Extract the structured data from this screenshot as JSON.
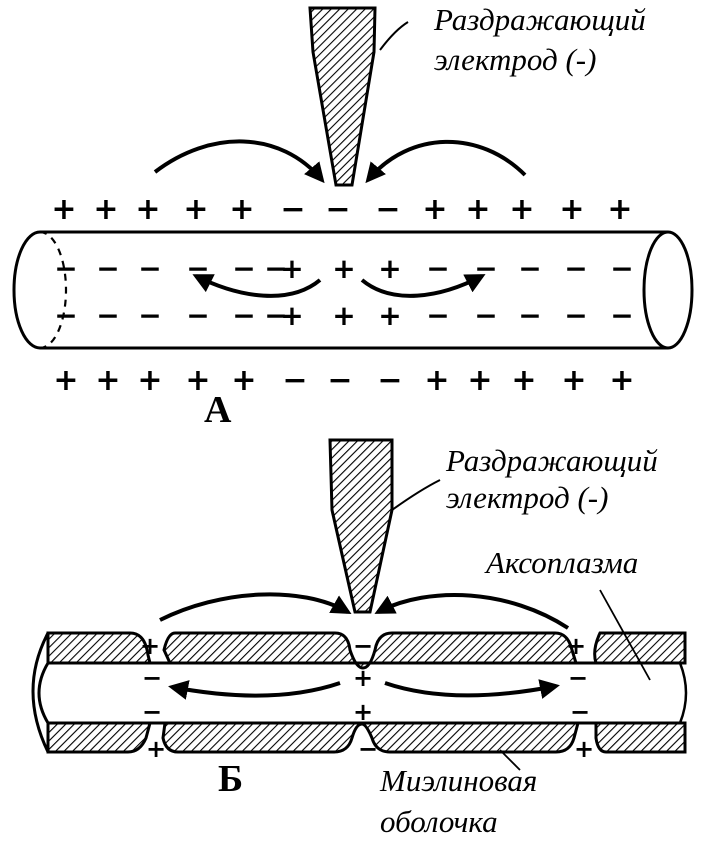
{
  "panel_a": {
    "letter": "А",
    "electrode_label_1": "Раздражающий",
    "electrode_label_2": "электрод (-)",
    "outer_charges_top": [
      "+",
      "+",
      "+",
      "+",
      "+",
      "−",
      "−",
      "−",
      "+",
      "+",
      "+",
      "+",
      "+"
    ],
    "inner_charges_row1": [
      "−",
      "−",
      "−",
      "−",
      "−",
      "−",
      "+",
      "+",
      "+",
      "−",
      "−",
      "−",
      "−",
      "−"
    ],
    "inner_charges_row2": [
      "−",
      "−",
      "−",
      "−",
      "−",
      "−",
      "+",
      "+",
      "+",
      "−",
      "−",
      "−",
      "−",
      "−"
    ],
    "outer_charges_bottom": [
      "+",
      "+",
      "+",
      "+",
      "+",
      "−",
      "−",
      "−",
      "+",
      "+",
      "+",
      "+",
      "+"
    ]
  },
  "panel_b": {
    "letter": "Б",
    "electrode_label_1": "Раздражающий",
    "electrode_label_2": "электрод (-)",
    "axoplasm_label": "Аксоплазма",
    "myelin_label_1": "Миэлиновая",
    "myelin_label_2": "оболочка",
    "node_charges_top": [
      "+",
      "−",
      "+"
    ],
    "inner_charges_row1": [
      "−",
      "+",
      "−"
    ],
    "inner_charges_row2": [
      "−",
      "+",
      "−"
    ],
    "node_charges_bottom": [
      "+",
      "−",
      "+"
    ]
  },
  "colors": {
    "ink": "#000000",
    "paper": "#ffffff"
  }
}
